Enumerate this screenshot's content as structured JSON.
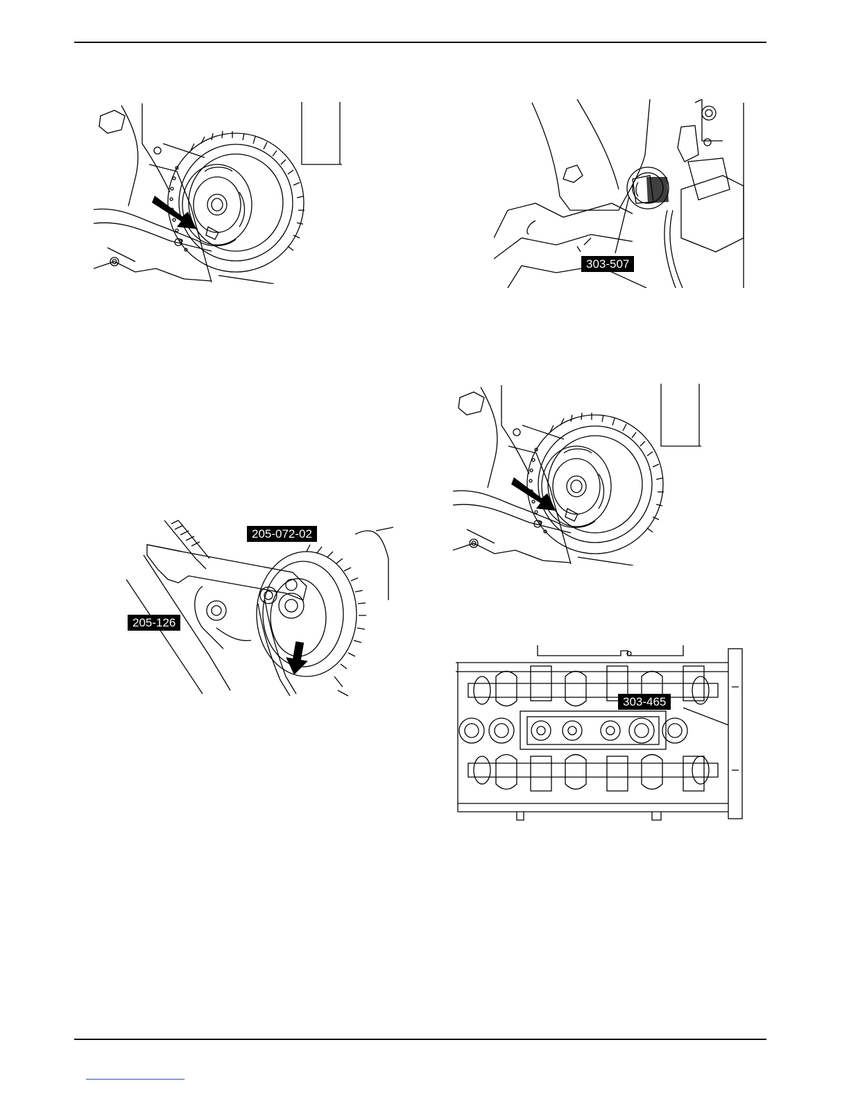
{
  "figures": {
    "fig1": {
      "name": "crank-pulley-top-left"
    },
    "fig2": {
      "name": "engine-block-plug",
      "label": "303-507"
    },
    "fig3": {
      "name": "pulley-holding-tool",
      "label_top": "205-072-02",
      "label_left": "205-126"
    },
    "fig4": {
      "name": "crank-pulley-right"
    },
    "fig5": {
      "name": "camshaft-alignment",
      "label": "303-465"
    }
  },
  "colors": {
    "ink": "#000000",
    "paper": "#ffffff",
    "link": "#2a4fc9"
  }
}
